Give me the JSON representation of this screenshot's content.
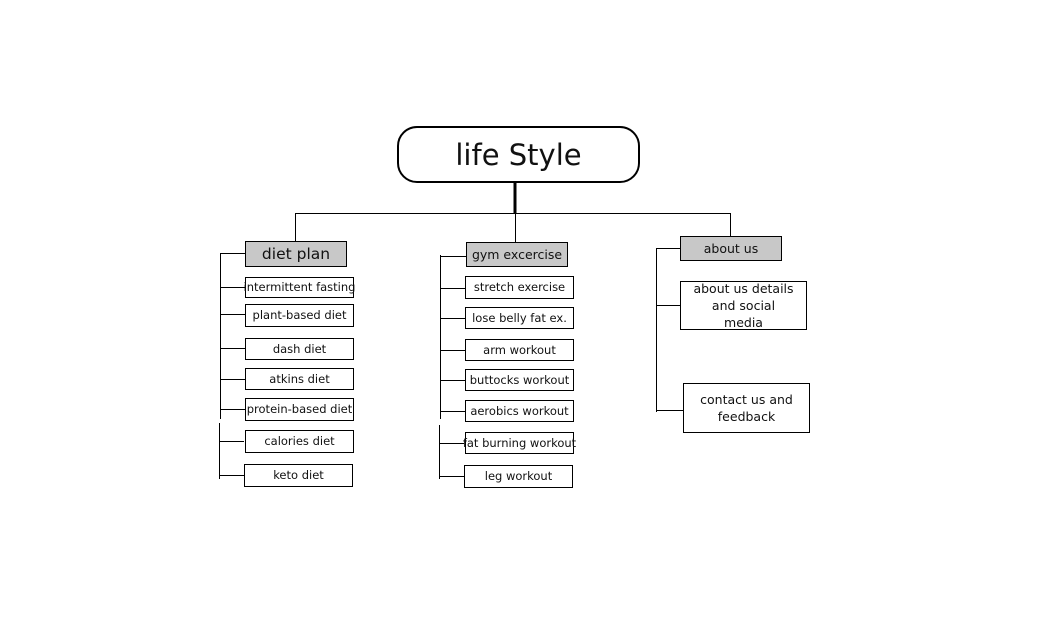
{
  "root": {
    "title": "life Style"
  },
  "branches": {
    "diet": {
      "title": "diet plan",
      "items": [
        "intermittent fasting",
        "plant-based diet",
        "dash diet",
        "atkins diet",
        "protein-based diet",
        "calories diet",
        "keto diet"
      ]
    },
    "gym": {
      "title": "gym excercise",
      "items": [
        "stretch exercise",
        "lose belly fat ex.",
        "arm workout",
        "buttocks workout",
        "aerobics workout",
        "fat burning workout",
        "leg workout"
      ]
    },
    "about": {
      "title": "about us",
      "items": [
        "about us details and social media",
        "contact us and feedback"
      ]
    }
  },
  "colors": {
    "category_fill": "#c8c8c8",
    "line": "#000000"
  }
}
